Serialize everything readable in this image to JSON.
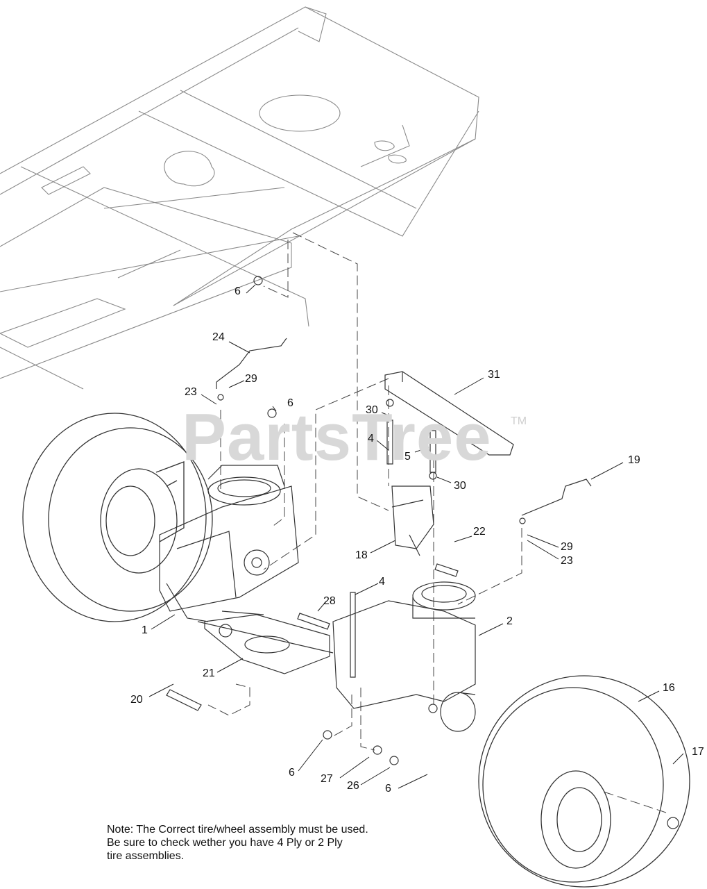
{
  "watermark": {
    "text": "PartsTree",
    "trademark": "TM"
  },
  "callouts": [
    {
      "id": "c-6a",
      "label": "6"
    },
    {
      "id": "c-24",
      "label": "24"
    },
    {
      "id": "c-29a",
      "label": "29"
    },
    {
      "id": "c-23a",
      "label": "23"
    },
    {
      "id": "c-6b",
      "label": "6"
    },
    {
      "id": "c-31",
      "label": "31"
    },
    {
      "id": "c-30a",
      "label": "30"
    },
    {
      "id": "c-4a",
      "label": "4"
    },
    {
      "id": "c-5",
      "label": "5"
    },
    {
      "id": "c-30b",
      "label": "30"
    },
    {
      "id": "c-19",
      "label": "19"
    },
    {
      "id": "c-22",
      "label": "22"
    },
    {
      "id": "c-18",
      "label": "18"
    },
    {
      "id": "c-29b",
      "label": "29"
    },
    {
      "id": "c-23b",
      "label": "23"
    },
    {
      "id": "c-4b",
      "label": "4"
    },
    {
      "id": "c-28",
      "label": "28"
    },
    {
      "id": "c-2",
      "label": "2"
    },
    {
      "id": "c-1",
      "label": "1"
    },
    {
      "id": "c-21",
      "label": "21"
    },
    {
      "id": "c-16",
      "label": "16"
    },
    {
      "id": "c-20",
      "label": "20"
    },
    {
      "id": "c-6c",
      "label": "6"
    },
    {
      "id": "c-27",
      "label": "27"
    },
    {
      "id": "c-26",
      "label": "26"
    },
    {
      "id": "c-6d",
      "label": "6"
    },
    {
      "id": "c-17",
      "label": "17"
    }
  ],
  "note": {
    "lines": [
      "Note: The Correct tire/wheel assembly must be used.",
      "Be sure to check wether you have 4 Ply or 2 Ply",
      "tire assemblies."
    ]
  }
}
